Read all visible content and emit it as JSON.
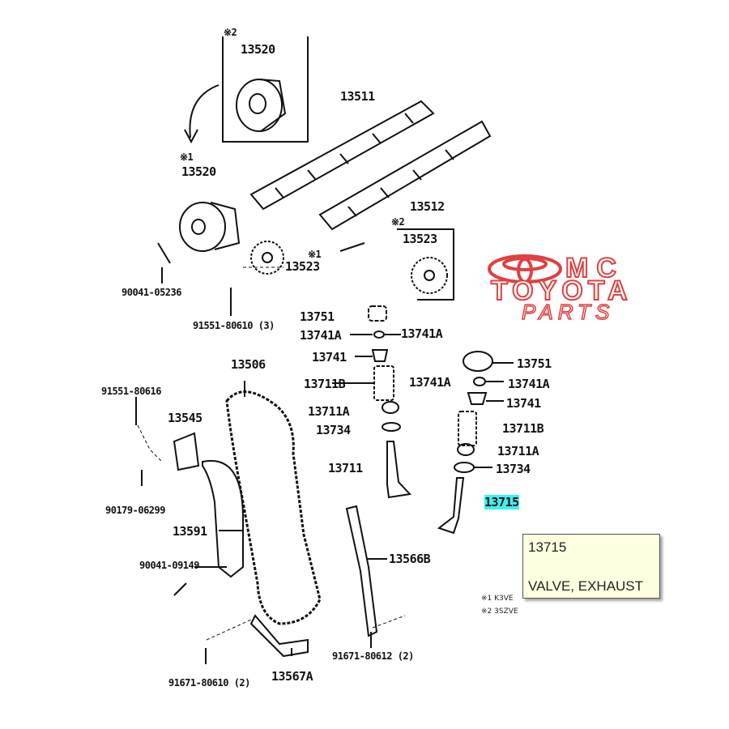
{
  "diagram": {
    "labels": {
      "l13520a": "13520",
      "n2a": "※2",
      "l13511": "13511",
      "n1a": "※1",
      "l13520b": "13520",
      "l13512": "13512",
      "n2b": "※2",
      "l13523a": "13523",
      "n1b": "※1",
      "l13523b": "13523",
      "l90041_05236": "90041-05236",
      "l91551_80610": "91551-80610 (3)",
      "l13751a": "13751",
      "l13741Aa": "13741A",
      "l13741Ab": "13741A",
      "l13741a": "13741",
      "l13711Ba": "13711B",
      "l13711Aa": "13711A",
      "l13734a": "13734",
      "l13711": "13711",
      "l13506": "13506",
      "l13751b": "13751",
      "l13741Ac": "13741A",
      "l13741Ad": "13741A",
      "l13741b": "13741",
      "l13711Bb": "13711B",
      "l13711Ab": "13711A",
      "l13734b": "13734",
      "l13715": "13715",
      "l91551_80616": "91551-80616",
      "l13545": "13545",
      "l90179_06299": "90179-06299",
      "l13591": "13591",
      "l90041_09149": "90041-09149",
      "l13566B": "13566B",
      "l91671_80612": "91671-80612 (2)",
      "l91671_80610": "91671-80610 (2)",
      "l13567A": "13567A"
    },
    "footnotes": [
      "※1 K3VE",
      "※2 3SZVE"
    ],
    "highlighted_part": "13715"
  },
  "tooltip": {
    "part_number": "13715",
    "description": "VALVE, EXHAUST"
  },
  "watermark": {
    "line1": "MC",
    "line2": "TOYOTA",
    "line3": "PARTS",
    "color": "#e04040"
  },
  "colors": {
    "highlight": "#3ff0f0",
    "tooltip_bg": "#ffffe1"
  }
}
